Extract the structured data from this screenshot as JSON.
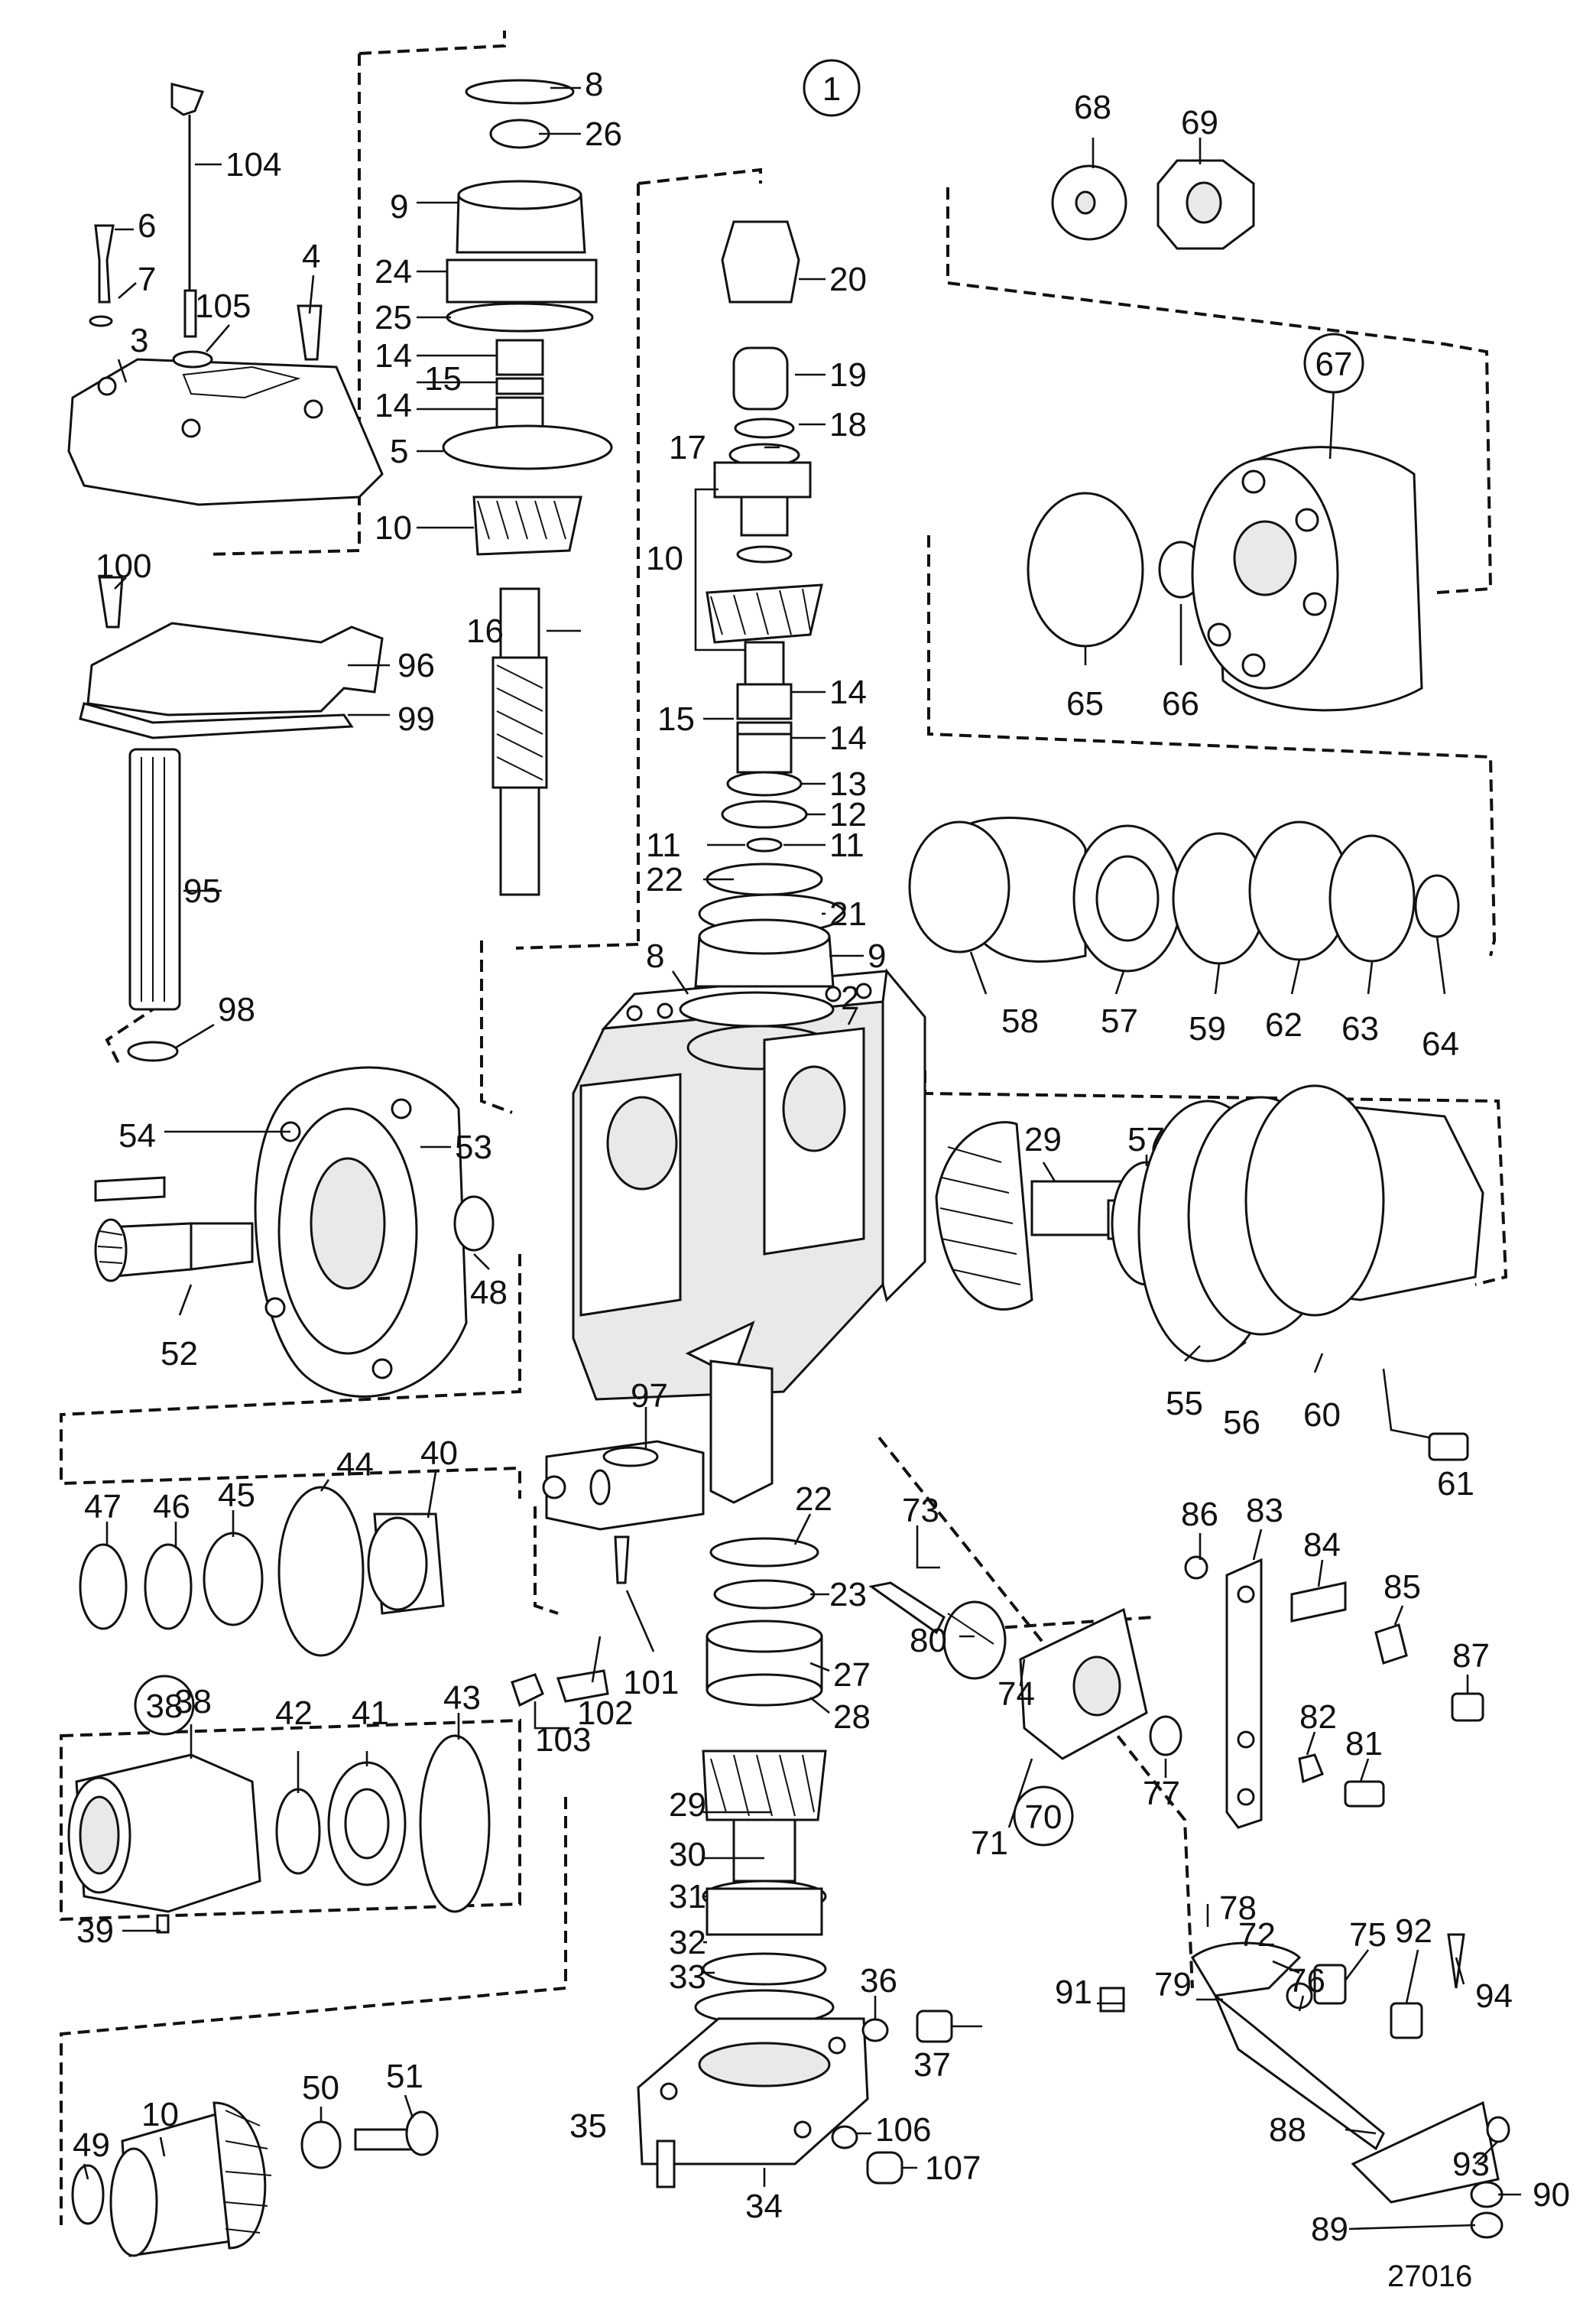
{
  "diagram": {
    "kind": "exploded-parts-view",
    "drawing_number": "27016",
    "circled_labels": [
      "1",
      "67",
      "38",
      "70"
    ],
    "part_labels": [
      "104",
      "6",
      "7",
      "105",
      "4",
      "3",
      "8",
      "26",
      "9",
      "24",
      "25",
      "14",
      "15",
      "14",
      "5",
      "10",
      "100",
      "96",
      "99",
      "16",
      "95",
      "98",
      "20",
      "19",
      "18",
      "17",
      "10",
      "14",
      "15",
      "14",
      "13",
      "12",
      "11",
      "11",
      "22",
      "21",
      "9",
      "8",
      "2",
      "68",
      "69",
      "65",
      "66",
      "58",
      "57",
      "59",
      "62",
      "63",
      "64",
      "54",
      "53",
      "48",
      "52",
      "29",
      "57",
      "55",
      "56",
      "60",
      "61",
      "97",
      "47",
      "46",
      "45",
      "44",
      "40",
      "22",
      "73",
      "23",
      "80",
      "27",
      "74",
      "28",
      "101",
      "102",
      "103",
      "86",
      "83",
      "84",
      "85",
      "87",
      "82",
      "81",
      "71",
      "77",
      "38",
      "42",
      "41",
      "43",
      "39",
      "29",
      "30",
      "31",
      "32",
      "33",
      "36",
      "37",
      "35",
      "34",
      "106",
      "107",
      "78",
      "72",
      "79",
      "76",
      "75",
      "92",
      "94",
      "91",
      "93",
      "88",
      "90",
      "89",
      "49",
      "10",
      "50",
      "51"
    ]
  }
}
